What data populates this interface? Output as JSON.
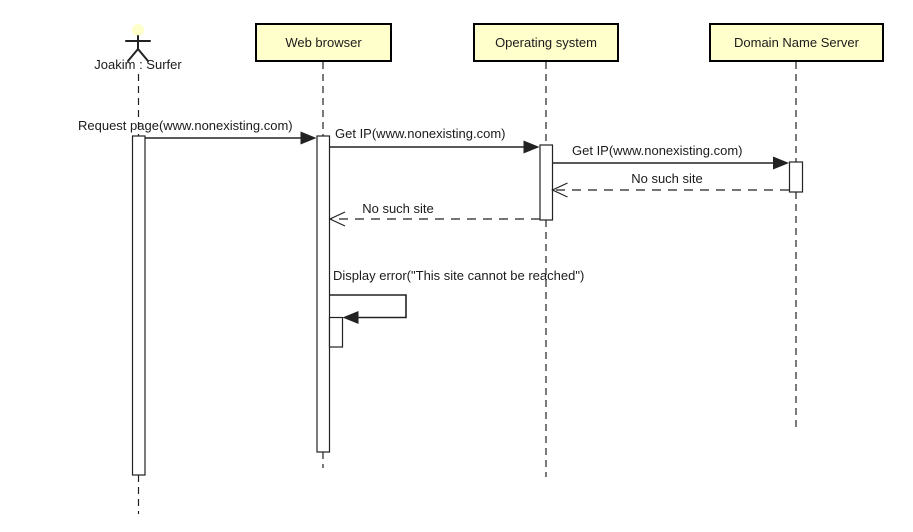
{
  "diagram": {
    "kind": "uml-sequence-diagram",
    "title": ""
  },
  "colors": {
    "background": "#ffffff",
    "participant_fill": "#ffffcc",
    "participant_border": "#000000",
    "activation_fill": "#ffffff",
    "line": "#222222",
    "text": "#1b1b1b"
  },
  "participants": [
    {
      "id": "user",
      "kind": "actor",
      "name": "Joakim : Surfer"
    },
    {
      "id": "browser",
      "kind": "object",
      "name": "Web browser"
    },
    {
      "id": "os",
      "kind": "object",
      "name": "Operating system"
    },
    {
      "id": "dns",
      "kind": "object",
      "name": "Domain Name Server"
    }
  ],
  "messages": [
    {
      "from": "user",
      "to": "browser",
      "kind": "call",
      "label": "Request page(www.nonexisting.com)"
    },
    {
      "from": "browser",
      "to": "os",
      "kind": "call",
      "label": "Get IP(www.nonexisting.com)"
    },
    {
      "from": "os",
      "to": "dns",
      "kind": "call",
      "label": "Get IP(www.nonexisting.com)"
    },
    {
      "from": "dns",
      "to": "os",
      "kind": "return",
      "label": "No such site"
    },
    {
      "from": "os",
      "to": "browser",
      "kind": "return",
      "label": "No such site"
    },
    {
      "from": "browser",
      "to": "browser",
      "kind": "self-call",
      "label": "Display error(\"This site cannot be reached\")"
    }
  ]
}
